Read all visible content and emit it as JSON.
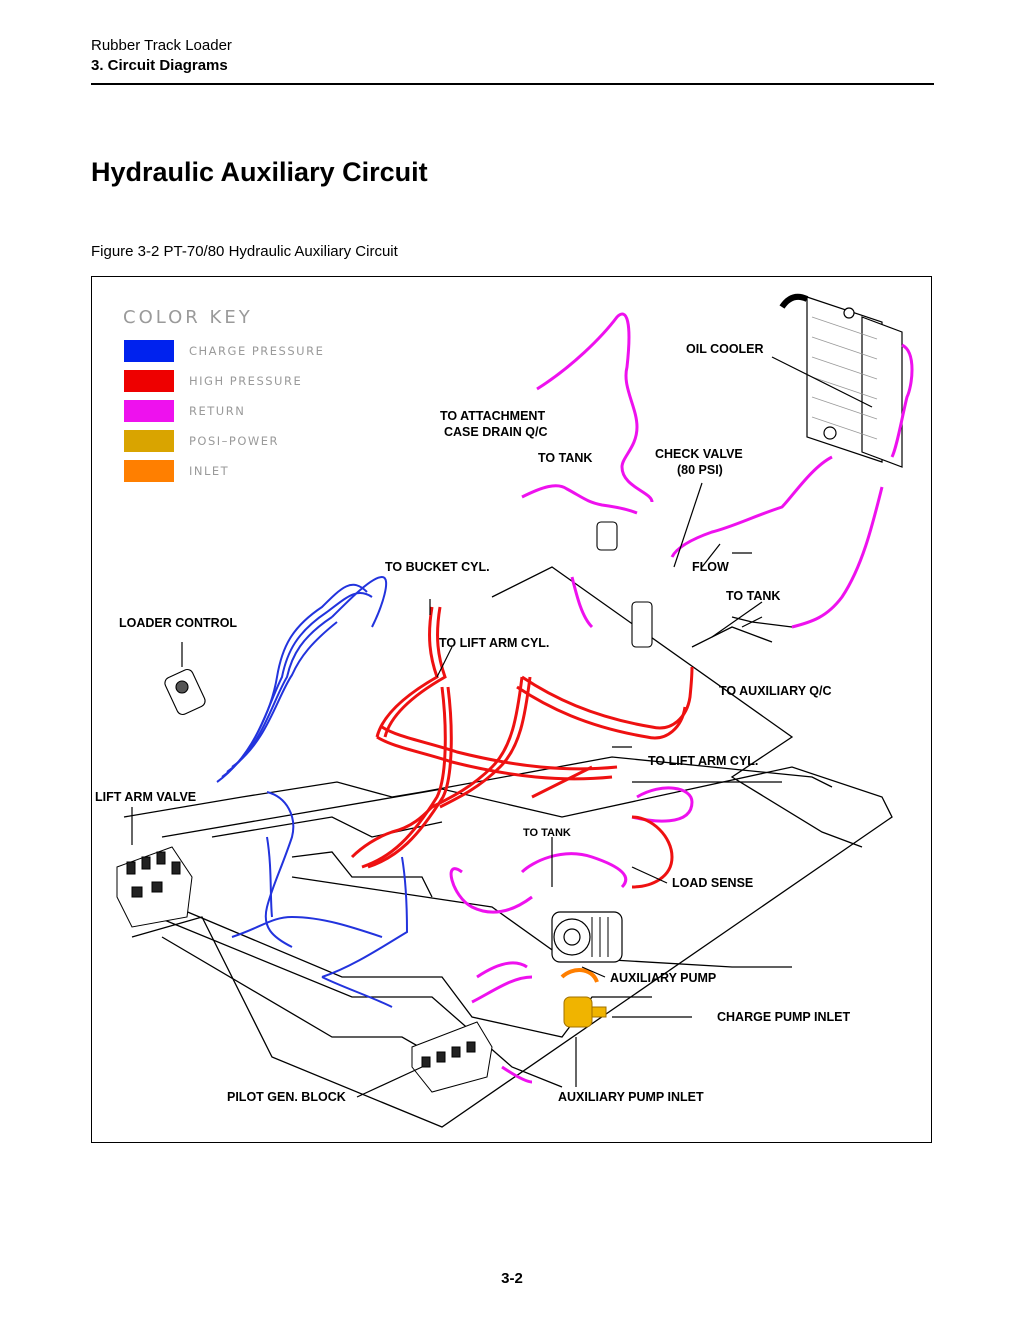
{
  "header": {
    "product": "Rubber Track Loader",
    "section": "3. Circuit Diagrams"
  },
  "title": "Hydraulic Auxiliary Circuit",
  "figure_caption": "Figure 3-2 PT-70/80 Hydraulic Auxiliary Circuit",
  "color_key": {
    "title": "COLOR KEY",
    "items": [
      {
        "label": "CHARGE PRESSURE",
        "color": "#0022ee"
      },
      {
        "label": "HIGH PRESSURE",
        "color": "#ee0000"
      },
      {
        "label": "RETURN",
        "color": "#ee11ee"
      },
      {
        "label": "POSI–POWER",
        "color": "#d9a400"
      },
      {
        "label": "INLET",
        "color": "#ff7f00"
      }
    ]
  },
  "callouts": {
    "oil_cooler": "OIL COOLER",
    "to_attachment": "TO ATTACHMENT",
    "case_drain": "CASE DRAIN Q/C",
    "to_tank_top": "TO TANK",
    "check_valve": "CHECK VALVE",
    "check_valve_psi": "(80 PSI)",
    "to_bucket_cyl": "TO BUCKET CYL.",
    "flow": "FLOW",
    "to_tank_right": "TO TANK",
    "loader_control": "LOADER CONTROL",
    "to_lift_arm_cyl_top": "TO LIFT ARM CYL.",
    "to_auxiliary_qc": "TO AUXILIARY Q/C",
    "to_lift_arm_cyl_right": "TO LIFT ARM CYL.",
    "lift_arm_valve": "LIFT ARM VALVE",
    "to_tank_small": "TO TANK",
    "load_sense": "LOAD SENSE",
    "auxiliary_pump": "AUXILIARY PUMP",
    "charge_pump_inlet": "CHARGE PUMP INLET",
    "pilot_gen_block": "PILOT GEN. BLOCK",
    "auxiliary_pump_inlet": "AUXILIARY PUMP INLET"
  },
  "page_number": "3-2"
}
